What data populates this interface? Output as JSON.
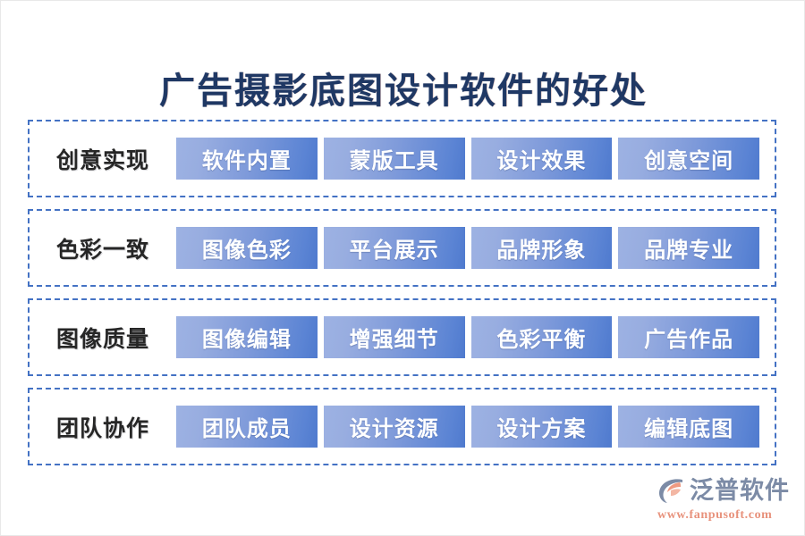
{
  "page": {
    "title": "广告摄影底图设计软件的好处",
    "background_color": "#ffffff",
    "title_color": "#1f3864",
    "row_border_color": "#4472c4",
    "box_gradient_from": "#9db2e3",
    "box_gradient_to": "#4f7ace",
    "box_text_color": "#ffffff",
    "label_color": "#262626"
  },
  "rows": [
    {
      "label": "创意实现",
      "items": [
        "软件内置",
        "蒙版工具",
        "设计效果",
        "创意空间"
      ]
    },
    {
      "label": "色彩一致",
      "items": [
        "图像色彩",
        "平台展示",
        "品牌形象",
        "品牌专业"
      ]
    },
    {
      "label": "图像质量",
      "items": [
        "图像编辑",
        "增强细节",
        "色彩平衡",
        "广告作品"
      ]
    },
    {
      "label": "团队协作",
      "items": [
        "团队成员",
        "设计资源",
        "设计方案",
        "编辑底图"
      ]
    }
  ],
  "logo": {
    "name": "泛普软件",
    "url": "www.fanpusoft.com",
    "mark_icon": "fanpu-swirl-icon",
    "name_color": "#7c8ba6",
    "url_color": "#e8927c"
  }
}
